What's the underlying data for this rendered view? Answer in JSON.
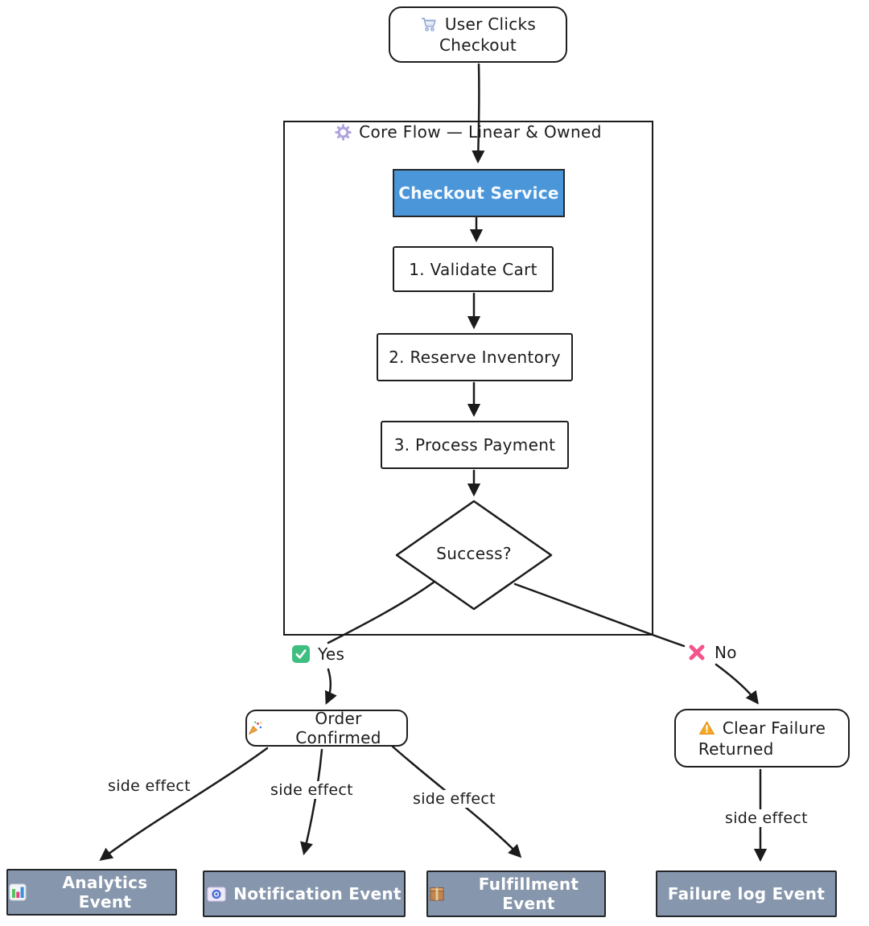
{
  "nodes": {
    "start": {
      "icon": "shopping-cart",
      "line1": "User Clicks",
      "line2": "Checkout"
    },
    "core_flow_group": {
      "icon": "gear",
      "label": "Core Flow — Linear & Owned"
    },
    "checkout_service": {
      "label": "Checkout Service"
    },
    "validate_cart": {
      "label": "1. Validate Cart"
    },
    "reserve_inventory": {
      "label": "2. Reserve Inventory"
    },
    "process_payment": {
      "label": "3. Process Payment"
    },
    "decision": {
      "label": "Success?"
    },
    "order_confirmed": {
      "icon": "party-popper",
      "label": "Order Confirmed"
    },
    "clear_failure": {
      "icon": "warning-triangle",
      "line1": "Clear Failure",
      "line2": "Returned"
    },
    "analytics_event": {
      "icon": "bar-chart",
      "label": "Analytics Event"
    },
    "notification_event": {
      "icon": "email-badge",
      "label": "Notification Event"
    },
    "fulfillment_event": {
      "icon": "package-box",
      "label": "Fulfillment Event"
    },
    "failure_log_event": {
      "label": "Failure log Event"
    }
  },
  "edges": {
    "yes": {
      "icon": "green-checkbox",
      "label": "Yes"
    },
    "no": {
      "icon": "pink-cross",
      "label": "No"
    },
    "side_effect_labels": [
      "side effect",
      "side effect",
      "side effect",
      "side effect"
    ]
  },
  "colors": {
    "stroke": "#1b1b1b",
    "service_fill": "#4a96d9",
    "event_fill": "#8696ac",
    "yes_green": "#3fbf7f",
    "no_pink": "#f2558c",
    "warning_orange": "#f5a623",
    "gear_purple": "#b0a3dd"
  }
}
